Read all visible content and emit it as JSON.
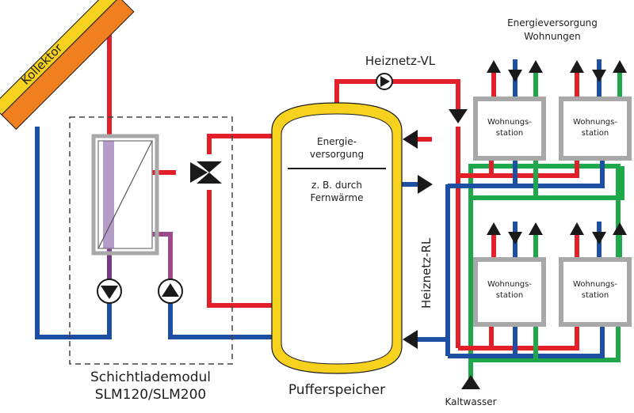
{
  "labels": {
    "collector": "Kollektor",
    "energy_supply_apartments_line1": "Energieversorgung",
    "energy_supply_apartments_line2": "Wohnungen",
    "heating_network_supply": "Heiznetz-VL",
    "heating_network_return": "Heiznetz-RL",
    "energy_line1": "Energie-",
    "energy_line2": "versorgung",
    "district_heating_line1": "z. B. durch",
    "district_heating_line2": "Fernwärme",
    "module_line1": "Schichtlademodul",
    "module_line2": "SLM120/SLM200",
    "buffer_tank": "Pufferspeicher",
    "cold_water": "Kaltwasser",
    "station_line1": "Wohnungs-",
    "station_line2": "station"
  },
  "colors": {
    "supply_red": "#e3202a",
    "return_blue": "#1d4fa3",
    "cold_green": "#1fa84a",
    "tank_yellow": "#f6d21f",
    "collector_orange": "#f07f1f",
    "station_gray": "#a8a8a8",
    "arrow_black": "#1a1a1a"
  }
}
